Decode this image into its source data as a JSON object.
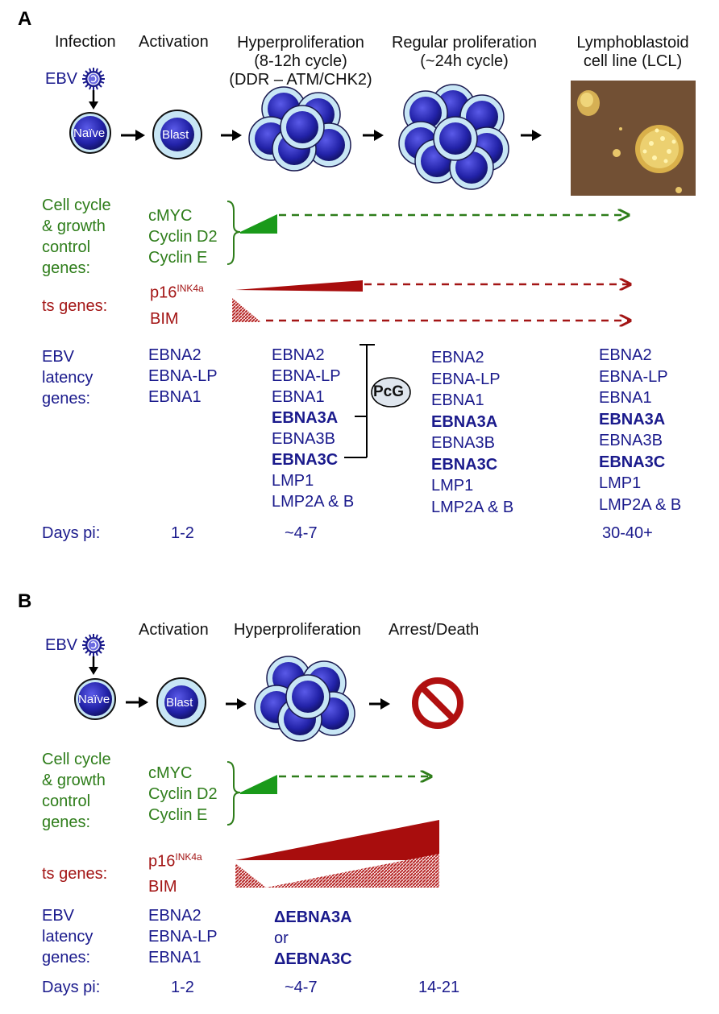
{
  "panelA": {
    "label": "A",
    "stages": {
      "infection": "Infection",
      "activation": "Activation",
      "hyper": [
        "Hyperproliferation",
        "(8-12h cycle)",
        "(DDR – ATM/CHK2)"
      ],
      "regular": [
        "Regular proliferation",
        "(~24h cycle)"
      ],
      "lcl": [
        "Lymphoblastoid",
        "cell line (LCL)"
      ]
    },
    "ebv": "EBV",
    "naive": "Naïve",
    "blast": "Blast",
    "cellcycle_label": [
      "Cell cycle",
      "& growth",
      "control",
      "genes:"
    ],
    "cellcycle_genes": [
      "cMYC",
      "Cyclin D2",
      "Cyclin E"
    ],
    "ts_label": "ts genes:",
    "ts_p16": "p16",
    "ts_p16_sup": "INK4a",
    "ts_bim": "BIM",
    "latency_label": [
      "EBV",
      "latency",
      "genes:"
    ],
    "latency_col1": [
      "EBNA2",
      "EBNA-LP",
      "EBNA1"
    ],
    "latency_col2": [
      "EBNA2",
      "EBNA-LP",
      "EBNA1",
      "EBNA3A",
      "EBNA3B",
      "EBNA3C",
      "LMP1",
      "LMP2A & B"
    ],
    "latency_col3": [
      "EBNA2",
      "EBNA-LP",
      "EBNA1",
      "EBNA3A",
      "EBNA3B",
      "EBNA3C",
      "LMP1",
      "LMP2A & B"
    ],
    "latency_col4": [
      "EBNA2",
      "EBNA-LP",
      "EBNA1",
      "EBNA3A",
      "EBNA3B",
      "EBNA3C",
      "LMP1",
      "LMP2A & B"
    ],
    "pcg": "PcG",
    "days_label": "Days pi:",
    "days": [
      "1-2",
      "~4-7",
      "30-40+"
    ]
  },
  "panelB": {
    "label": "B",
    "stages": {
      "activation": "Activation",
      "hyper": "Hyperproliferation",
      "arrest": "Arrest/Death"
    },
    "ebv": "EBV",
    "naive": "Naïve",
    "blast": "Blast",
    "cellcycle_label": [
      "Cell cycle",
      "& growth",
      "control",
      "genes:"
    ],
    "cellcycle_genes": [
      "cMYC",
      "Cyclin D2",
      "Cyclin E"
    ],
    "ts_label": "ts genes:",
    "ts_p16": "p16",
    "ts_p16_sup": "INK4a",
    "ts_bim": "BIM",
    "latency_label": [
      "EBV",
      "latency",
      "genes:"
    ],
    "latency_col1": [
      "EBNA2",
      "EBNA-LP",
      "EBNA1"
    ],
    "mutants": [
      "ΔEBNA3A",
      "or",
      "ΔEBNA3C"
    ],
    "days_label": "Days pi:",
    "days": [
      "1-2",
      "~4-7",
      "14-21"
    ]
  },
  "colors": {
    "cell_fill": "#2a2ab0",
    "cell_ring": "#c8e6f5",
    "green": "#2e7d1a",
    "red": "#a31515",
    "blue_text": "#1a1a8c",
    "lcl_bg": "#6b4a30"
  }
}
